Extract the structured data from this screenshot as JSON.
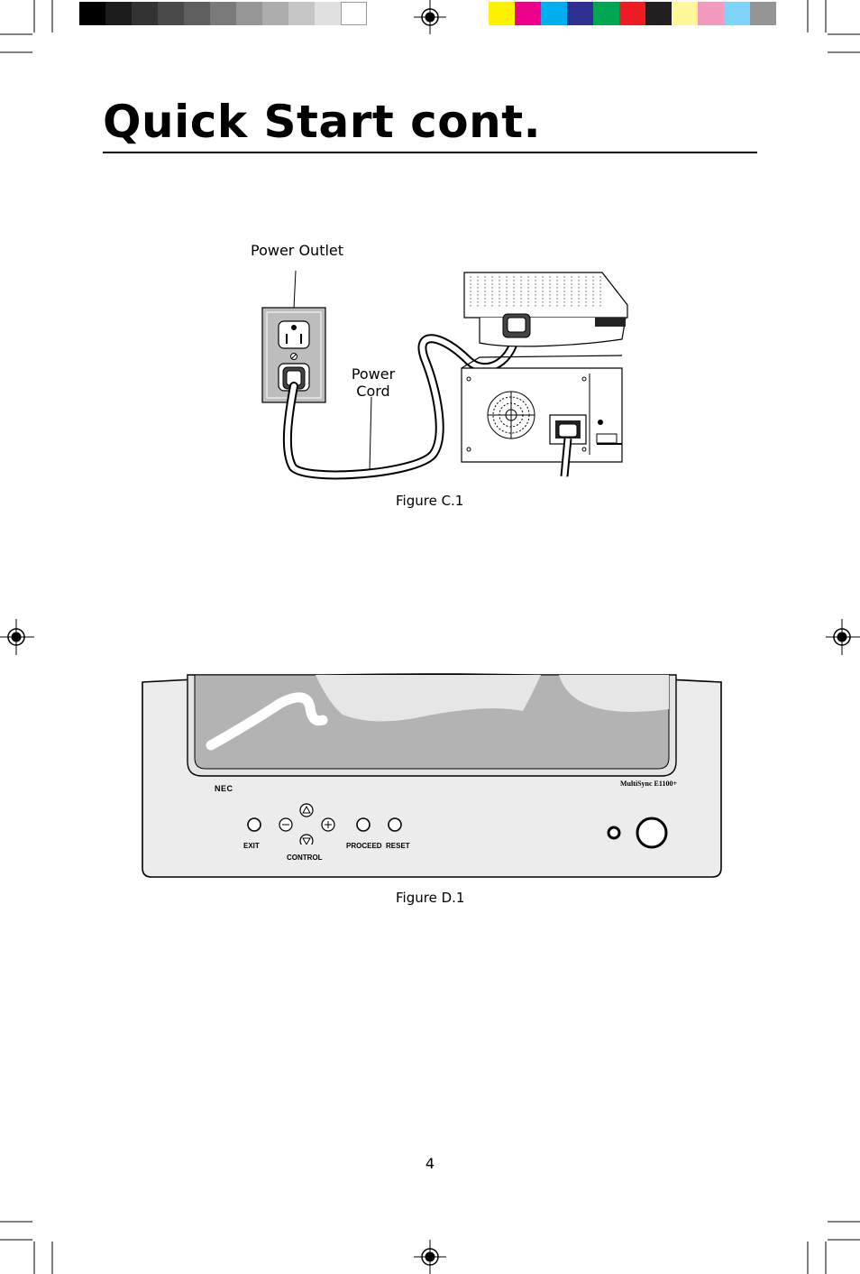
{
  "page": {
    "title": "Quick Start cont.",
    "page_number": "4"
  },
  "print_marks": {
    "grayscale_swatches": [
      "#000000",
      "#1c1c1c",
      "#333333",
      "#4a4a4a",
      "#5f5f5f",
      "#7a7a7a",
      "#969696",
      "#adadad",
      "#c6c6c6",
      "#e1e1e1",
      "#ffffff"
    ],
    "color_swatches": [
      "#fff200",
      "#ec008c",
      "#00aeef",
      "#2e3192",
      "#00a651",
      "#ed1c24",
      "#231f20",
      "#fff799",
      "#f49ac1",
      "#7fd3f7",
      "#959595"
    ]
  },
  "figure_c": {
    "caption": "Figure C.1",
    "labels": {
      "power_outlet": "Power Outlet",
      "power_cord_line1": "Power",
      "power_cord_line2": "Cord"
    }
  },
  "figure_d": {
    "caption": "Figure D.1",
    "brand": "NEC",
    "model": "MultiSync E1100+",
    "buttons": {
      "exit": "EXIT",
      "control": "CONTROL",
      "proceed": "PROCEED",
      "reset": "RESET"
    },
    "control_symbols": {
      "minus": "−",
      "plus": "+"
    }
  }
}
